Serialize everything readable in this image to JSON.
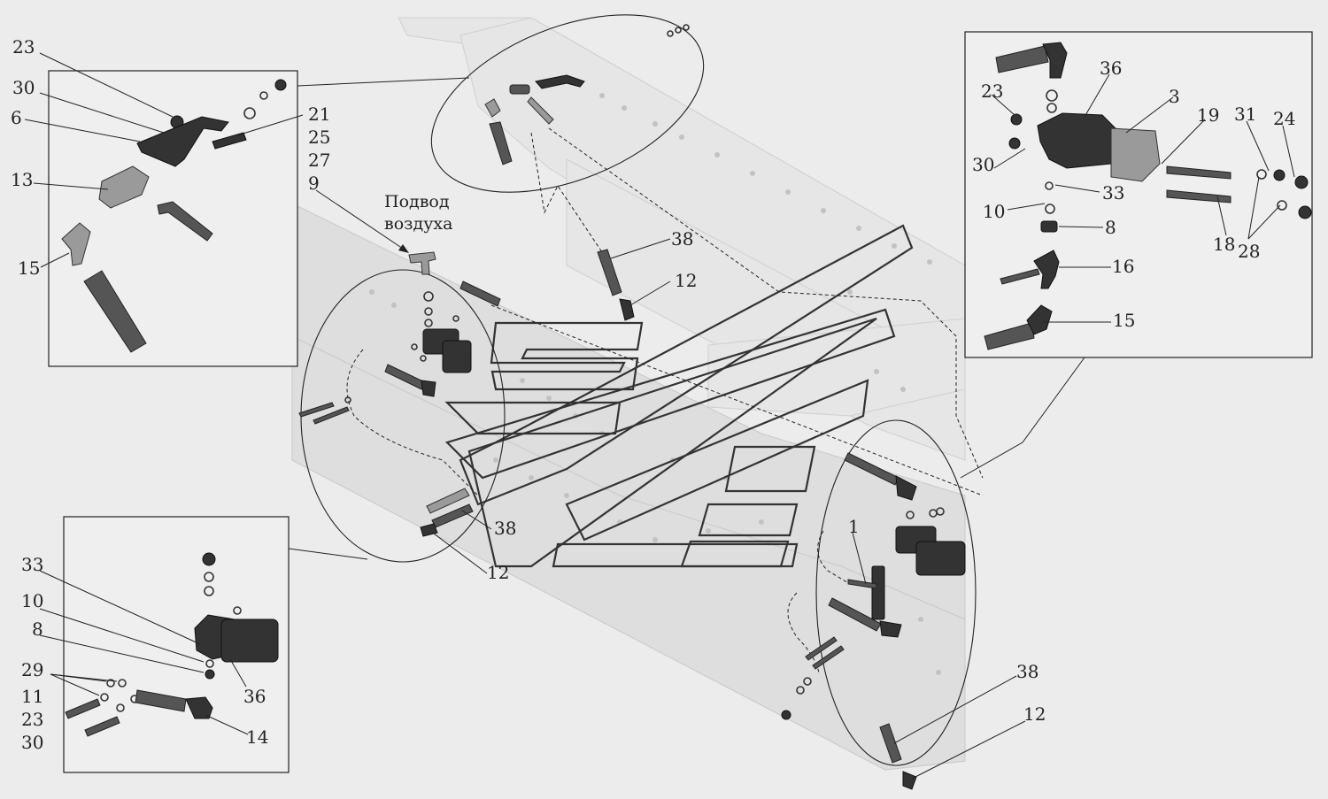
{
  "caption": {
    "line1": "Подвод",
    "line2": "воздуха"
  },
  "labels": {
    "tl_23": "23",
    "tl_30": "30",
    "tl_6": "6",
    "tl_13": "13",
    "tl_15": "15",
    "tl_21": "21",
    "tl_25": "25",
    "tl_27": "27",
    "tl_9": "9",
    "c_38": "38",
    "c_12": "12",
    "m_38": "38",
    "m_12": "12",
    "tr_36": "36",
    "tr_23": "23",
    "tr_3": "3",
    "tr_19": "19",
    "tr_31": "31",
    "tr_24": "24",
    "tr_30": "30",
    "tr_33": "33",
    "tr_10": "10",
    "tr_8": "8",
    "tr_18": "18",
    "tr_28": "28",
    "tr_16": "16",
    "tr_15": "15",
    "bl_33": "33",
    "bl_10": "10",
    "bl_8": "8",
    "bl_29": "29",
    "bl_11": "11",
    "bl_23": "23",
    "bl_30": "30",
    "bl_36": "36",
    "bl_14": "14",
    "r_1": "1",
    "br_38": "38",
    "br_12": "12"
  },
  "icons": [
    "valve-icon",
    "tee-fitting-icon",
    "bracket-icon",
    "hose-icon",
    "elbow-fitting-icon",
    "bolt-icon",
    "nut-icon",
    "washer-icon",
    "vehicle-frame-icon",
    "maz-logo-watermark"
  ]
}
